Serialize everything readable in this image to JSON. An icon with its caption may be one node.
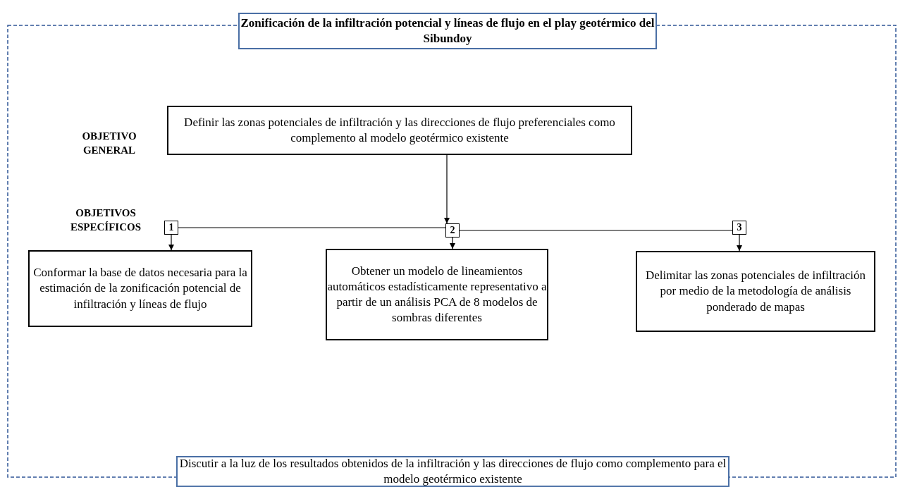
{
  "diagram": {
    "nodes": [
      {
        "text": [
          "Zonificación de la infiltración potencial y líneas de flujo en el play geotérmico del Sibundoy"
        ]
      },
      {
        "text": [
          "Definir las zonas potenciales de infiltración y las direcciones de flujo preferenciales como complemento al modelo geotérmico existente"
        ]
      },
      {
        "text": [
          "1"
        ]
      },
      {
        "text": [
          "2"
        ]
      },
      {
        "text": [
          "3"
        ]
      },
      {
        "text": [
          "Conformar la base de datos necesaria para la estimación de la zonificación potencial de infiltración y líneas de flujo"
        ]
      },
      {
        "text": [
          "Obtener un modelo de lineamientos automáticos estadísticamente representativo a partir de un análisis PCA de 8 modelos de sombras diferentes"
        ]
      },
      {
        "text": [
          "Delimitar las zonas potenciales de infiltración por medio de la metodología de análisis ponderado de mapas"
        ]
      },
      {
        "text": [
          "Discutir a la luz de los resultados obtenidos de la infiltración  y las direcciones de flujo como complemento para el modelo geotérmico existente"
        ]
      }
    ],
    "edges": [
      {
        "from": 1,
        "to": 3,
        "arrow": "to"
      },
      {
        "from": 2,
        "to": 3,
        "arrow": "none"
      },
      {
        "from": 3,
        "to": 4,
        "arrow": "none"
      },
      {
        "from": 2,
        "to": 5,
        "arrow": "to"
      },
      {
        "from": 3,
        "to": 6,
        "arrow": "to"
      },
      {
        "from": 4,
        "to": 7,
        "arrow": "to"
      }
    ],
    "labels": [
      "OBJETIVO GENERAL",
      "OBJETIVOS ESPECÍFICOS"
    ]
  }
}
